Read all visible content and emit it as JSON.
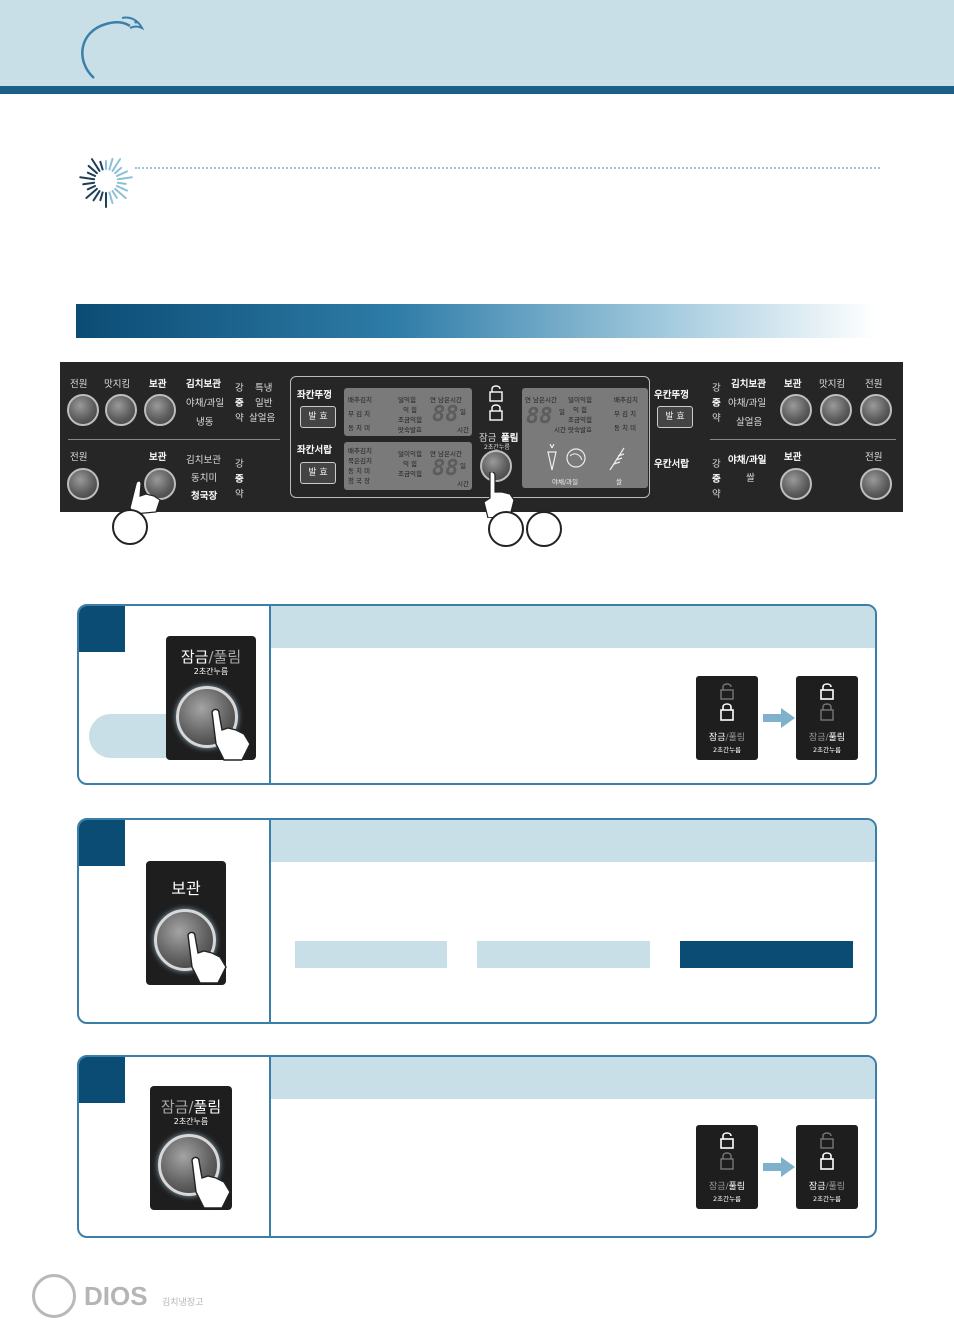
{
  "panel": {
    "left_top": {
      "power": "전원",
      "taste": "맛지킴",
      "store": "보관",
      "modes": [
        "김치보관",
        "야채/과일",
        "냉동"
      ],
      "levels": [
        "강",
        "중",
        "약"
      ],
      "special": [
        "특냉",
        "일반",
        "살얼음"
      ]
    },
    "left_bottom": {
      "power": "전원",
      "store": "보관",
      "modes": [
        "김치보관",
        "동치미",
        "청국장"
      ],
      "levels": [
        "강",
        "중",
        "약"
      ]
    },
    "lcd_left": {
      "top_label": "좌칸뚜껑",
      "bottom_label": "좌칸서랍",
      "ferment": "발 효",
      "top_items": [
        "배추김치",
        "무 김 치",
        "동 치 미"
      ],
      "top_stage": [
        "덜익힘",
        "익 힘",
        "조금익힘",
        "맛숙발효"
      ],
      "top_right": "연 남은시간",
      "bottom_items": [
        "배추김치",
        "묵은김치",
        "동 치 미",
        "청 국 장"
      ],
      "bottom_stage": [
        "덜이익힘",
        "익 힘",
        "조금익힘"
      ],
      "bottom_right": "연 남은시간",
      "digits": "88",
      "unit_day": "일",
      "unit_hour": "시간"
    },
    "lock": {
      "label_a": "잠금",
      "label_b": "풀림",
      "sub": "2초간누름"
    },
    "lcd_right": {
      "top_left": "연 남은시간",
      "stage": [
        "덜이익힘",
        "익 힘",
        "조금익힘",
        "맛숙발효"
      ],
      "items": [
        "배추김치",
        "무 김 치",
        "동 치 미"
      ],
      "digits": "88",
      "unit_day": "일",
      "unit_hour": "시간",
      "veg": "야채/과일",
      "rice": "쌀",
      "top_label": "우칸뚜껑",
      "bottom_label": "우칸서랍",
      "ferment": "발 효"
    },
    "right_top": {
      "levels": [
        "강",
        "중",
        "약"
      ],
      "modes": [
        "김치보관",
        "야채/과일",
        "살얼음"
      ],
      "store": "보관",
      "taste": "맛지킴",
      "power": "전원"
    },
    "right_bottom": {
      "levels": [
        "강",
        "중",
        "약"
      ],
      "modes": [
        "야채/과일",
        "쌀"
      ],
      "store": "보관",
      "power": "전원"
    }
  },
  "step1": {
    "label_a": "잠금",
    "slash": "/",
    "label_b": "풀림",
    "sub": "2초간누름",
    "card_a": {
      "a": "잠금",
      "b": "/풀림",
      "sub": "2초간누름"
    },
    "card_b": {
      "a": "잠금/",
      "b": "풀림",
      "sub": "2초간누름"
    }
  },
  "step2": {
    "label": "보관"
  },
  "step3": {
    "label_a": "잠금",
    "slash": "/",
    "label_b": "풀림",
    "sub": "2초간누름",
    "card_a": {
      "a": "잠금/",
      "b": "풀림",
      "sub": "2초간누름"
    },
    "card_b": {
      "a": "잠금",
      "b": "/풀림",
      "sub": "2초간누름"
    }
  },
  "footer": {
    "brand": "DIOS",
    "sub": "김치냉장고"
  },
  "colors": {
    "accent": "#0b4c74",
    "light": "#c8dfe8",
    "border": "#3b7fa8"
  }
}
